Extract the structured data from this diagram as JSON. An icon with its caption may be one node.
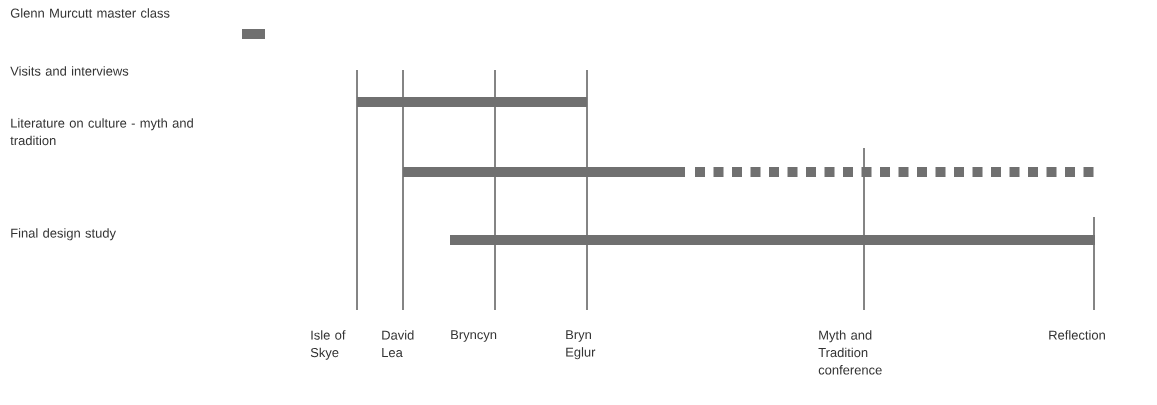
{
  "diagram": {
    "labels": [
      "Glenn Murcutt master class",
      "Visits and interviews",
      "Literature on culture - myth and tradition",
      "Final design study",
      "Isle of Skye",
      "David Lea",
      "Bryncyn",
      "Bryn Eglur",
      "Myth and Tradition conference",
      "Reflection"
    ]
  }
}
